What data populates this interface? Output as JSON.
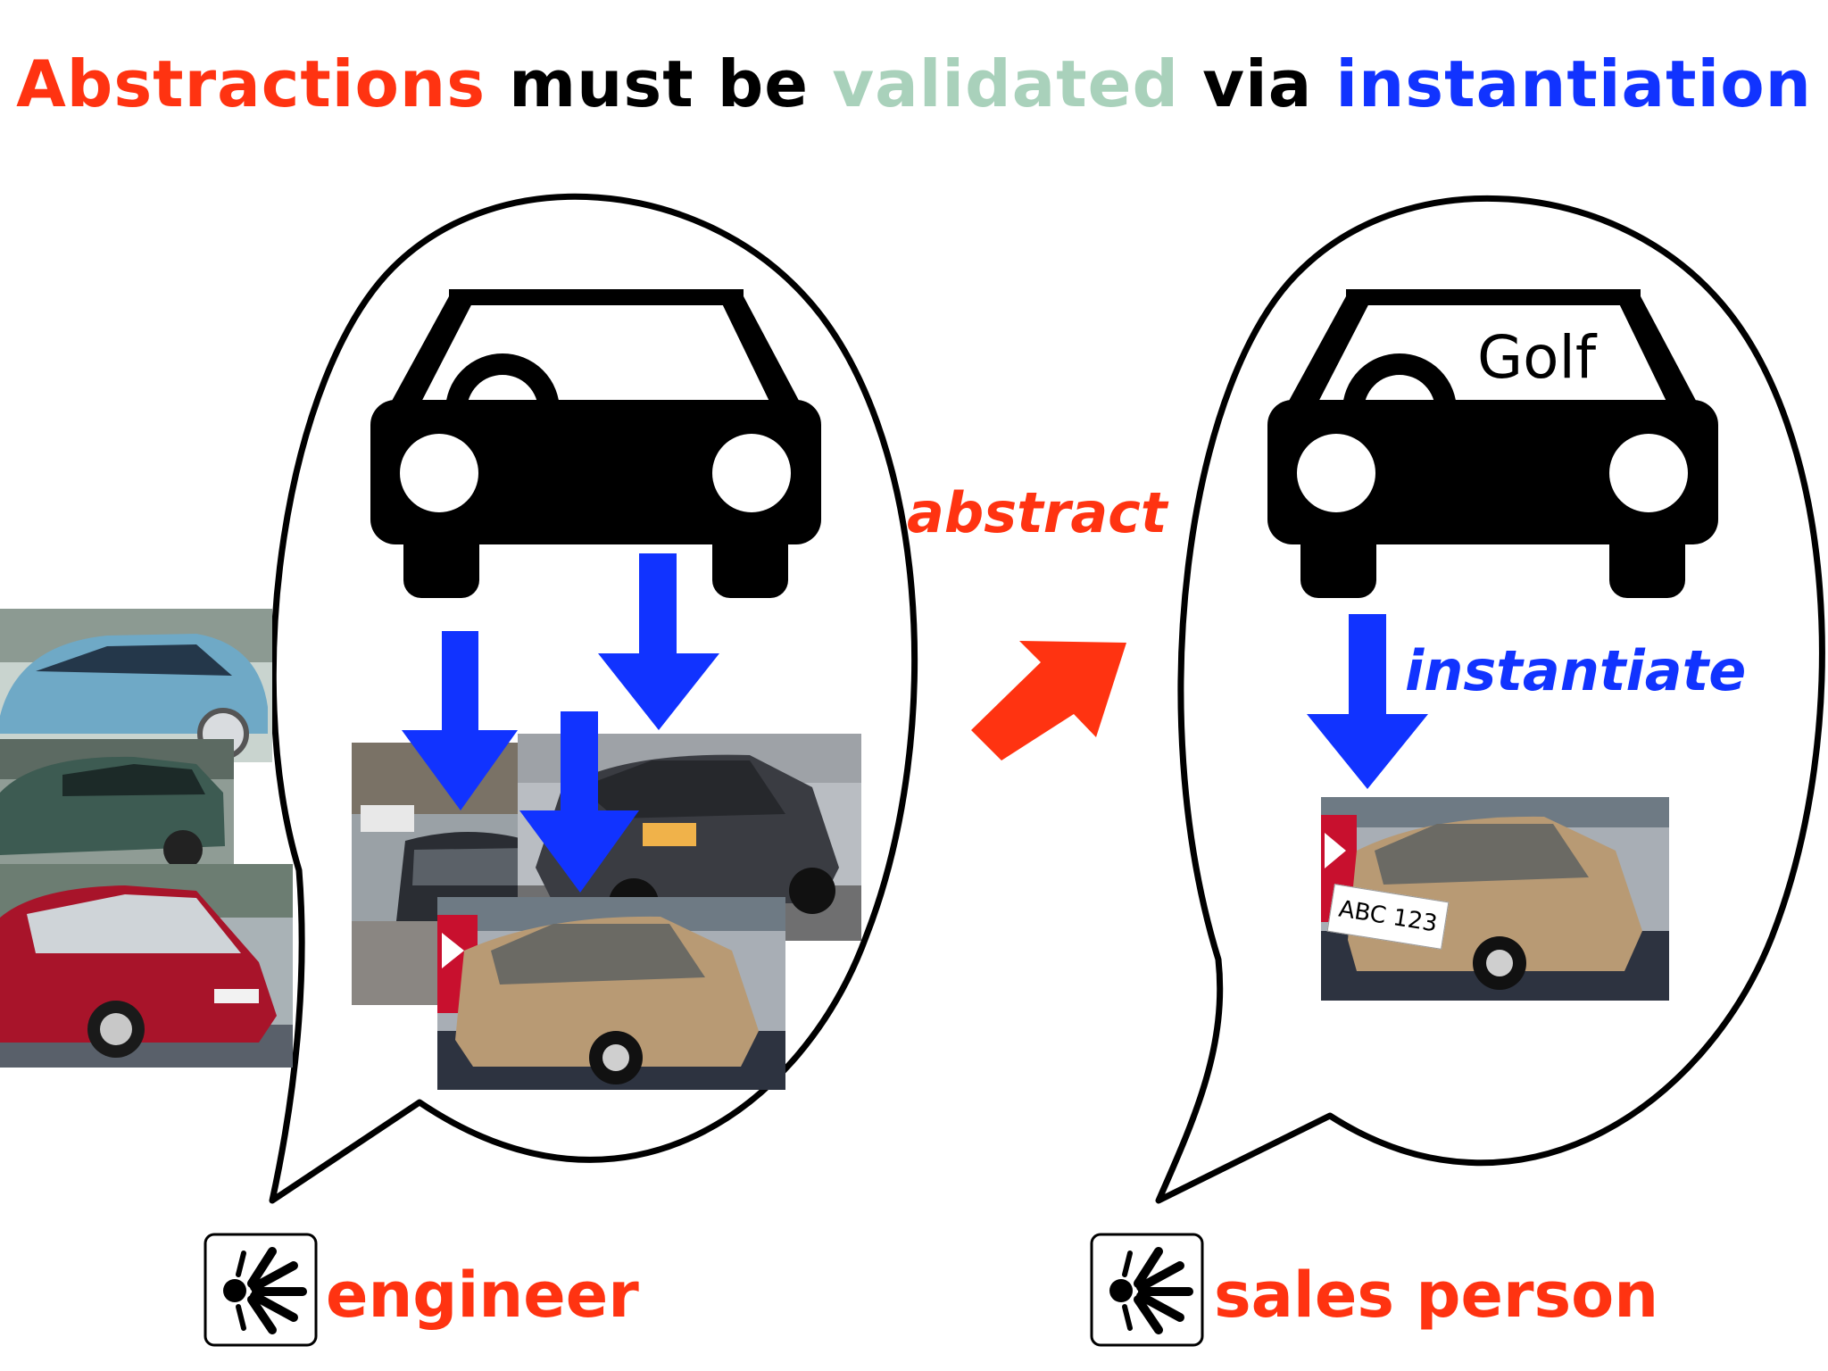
{
  "title": {
    "w1": "Abstractions",
    "w2": "must be",
    "w3": "validated",
    "w4": "via",
    "w5": "instantiation"
  },
  "colors": {
    "red": "#ff3311",
    "blue": "#1133ff",
    "green": "#a9d1bb",
    "black": "#000000"
  },
  "labels": {
    "abstract": "abstract",
    "instantiate": "instantiate",
    "golf": "Golf",
    "plate": "ABC 123"
  },
  "roles": [
    {
      "icon": "person-speaking-icon",
      "label": "engineer"
    },
    {
      "icon": "person-speaking-icon",
      "label": "sales person"
    }
  ],
  "photos": [
    {
      "name": "photo-blue-concept-car",
      "color": "#6fa9c6"
    },
    {
      "name": "photo-green-minivan",
      "color": "#3d5b52"
    },
    {
      "name": "photo-red-hatchback",
      "color": "#a8142a"
    },
    {
      "name": "photo-black-hatchback",
      "color": "#2a2d33"
    },
    {
      "name": "photo-gray-golf",
      "color": "#3a3c42"
    },
    {
      "name": "photo-beige-golf",
      "color": "#b89a74"
    },
    {
      "name": "photo-beige-golf-instance",
      "color": "#b89a74"
    }
  ]
}
